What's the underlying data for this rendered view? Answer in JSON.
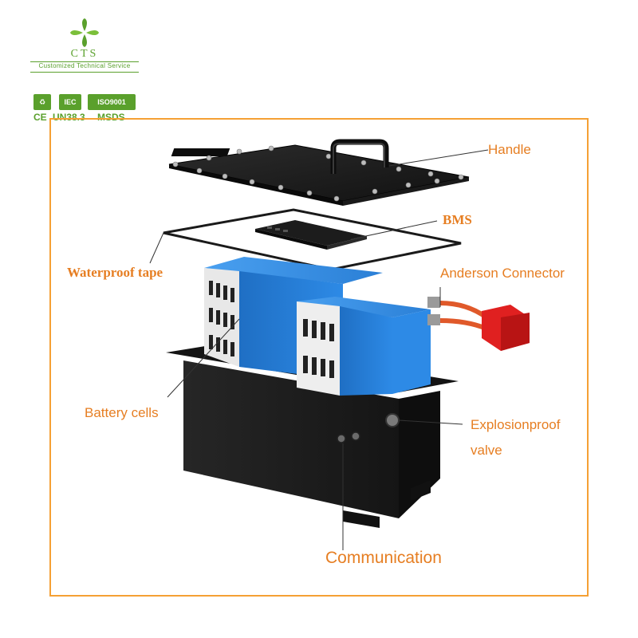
{
  "logo": {
    "brand": "CTS",
    "tagline": "Customized Technical Service",
    "badges": [
      "IEC",
      "ISO9001"
    ],
    "certs": [
      "CE",
      "UN38.3",
      "MSDS"
    ]
  },
  "labels": {
    "handle": "Handle",
    "bms": "BMS",
    "waterproof_tape": "Waterproof tape",
    "anderson_connector": "Anderson Connector",
    "battery_cells": "Battery cells",
    "explosionproof_line1": "Explosionproof",
    "explosionproof_line2": "valve",
    "communication": "Communication"
  },
  "colors": {
    "label": "#e67e22",
    "frame": "#f5a034",
    "brand": "#5aa02c",
    "cell_blue": "#2a8ae0",
    "connector": "#e02020",
    "housing": "#1e1e1e"
  }
}
